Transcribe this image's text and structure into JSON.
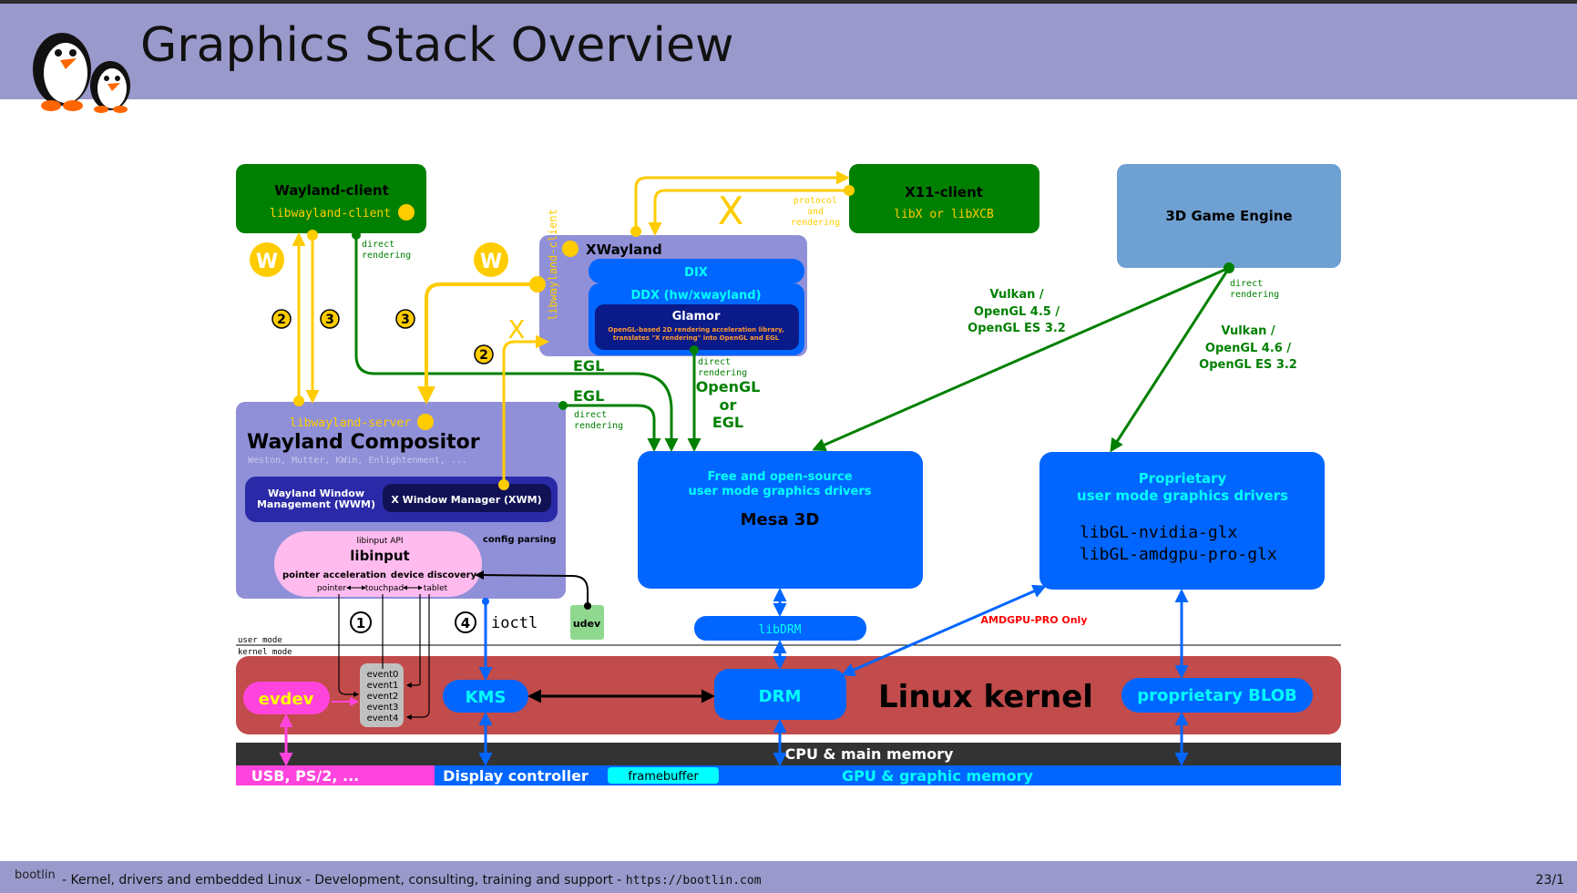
{
  "slide": {
    "title": "Graphics Stack Overview",
    "footer_brand": "bootlin",
    "footer_text": "- Kernel, drivers and embedded Linux - Development, consulting, training and support -",
    "footer_url": "https://bootlin.com",
    "page_number": "23/1"
  },
  "diagram": {
    "wayland_client": {
      "title": "Wayland-client",
      "lib": "libwayland-client"
    },
    "x11_client": {
      "title": "X11-client",
      "lib": "libX or libXCB"
    },
    "game_engine": {
      "title": "3D Game Engine"
    },
    "xwayland": {
      "title": "XWayland",
      "side_label": "libwayland-client",
      "dix": "DIX",
      "ddx": "DDX (hw/xwayland)",
      "glamor": "Glamor",
      "glamor_desc_1": "OpenGL-based 2D rendering acceleration library,",
      "glamor_desc_2": "translates \"X rendering\" into OpenGL and EGL"
    },
    "compositor": {
      "server_lib": "libwayland-server",
      "title": "Wayland Compositor",
      "examples": "Weston, Mutter, KWin, Enlightenment, ...",
      "wwm_1": "Wayland Window",
      "wwm_2": "Management (WWM)",
      "xwm": "X Window Manager (XWM)",
      "config": "config parsing"
    },
    "libinput": {
      "api": "libinput API",
      "title": "libinput",
      "pointer_accel": "pointer acceleration",
      "device_discovery": "device discovery",
      "pointer": "pointer",
      "touchpad": "touchpad",
      "tablet": "tablet"
    },
    "udev": "udev",
    "ioctl": "ioctl",
    "mesa": {
      "line1": "Free and open-source",
      "line2": "user mode graphics drivers",
      "title": "Mesa 3D"
    },
    "proprietary": {
      "line1": "Proprietary",
      "line2": "user mode graphics drivers",
      "lib1": "libGL-nvidia-glx",
      "lib2": "libGL-amdgpu-pro-glx"
    },
    "libdrm": "libDRM",
    "user_mode": "user mode",
    "kernel_mode": "kernel mode",
    "kernel": {
      "title": "Linux kernel",
      "evdev": "evdev",
      "kms": "KMS",
      "drm": "DRM",
      "blob": "proprietary BLOB",
      "events": [
        "event0",
        "event1",
        "event2",
        "event3",
        "event4"
      ]
    },
    "hardware": {
      "cpu": "CPU & main memory",
      "usb": "USB, PS/2, ...",
      "display": "Display controller",
      "framebuffer": "framebuffer",
      "gpu": "GPU & graphic memory"
    },
    "labels": {
      "direct_rendering_1": "direct",
      "direct_rendering_2": "rendering",
      "protocol_1": "protocol",
      "protocol_2": "and",
      "protocol_3": "rendering",
      "x_glyph": "X",
      "egl": "EGL",
      "opengl_or_egl_1": "OpenGL",
      "opengl_or_egl_2": "or",
      "opengl_or_egl_3": "EGL",
      "vulkan_45_1": "Vulkan /",
      "vulkan_45_2": "OpenGL 4.5 /",
      "vulkan_45_3": "OpenGL ES 3.2",
      "vulkan_46_1": "Vulkan /",
      "vulkan_46_2": "OpenGL 4.6 /",
      "vulkan_46_3": "OpenGL ES 3.2",
      "amdgpu": "AMDGPU-PRO Only",
      "step1": "1",
      "step2": "2",
      "step3": "3",
      "step4": "4",
      "wayland_w": "W"
    },
    "colors": {
      "green_box": "#008000",
      "steel_box": "#6fa0d2",
      "lavender": "#9090d8",
      "blue": "#0066ff",
      "kernel_red": "#c24b4b",
      "yellow": "#ffcc00",
      "magenta": "#ff44dd",
      "libinput_pink": "#ffbbee",
      "udev_green": "#90d890",
      "cyan_text": "#00ffff",
      "dark_bar": "#333333"
    }
  }
}
